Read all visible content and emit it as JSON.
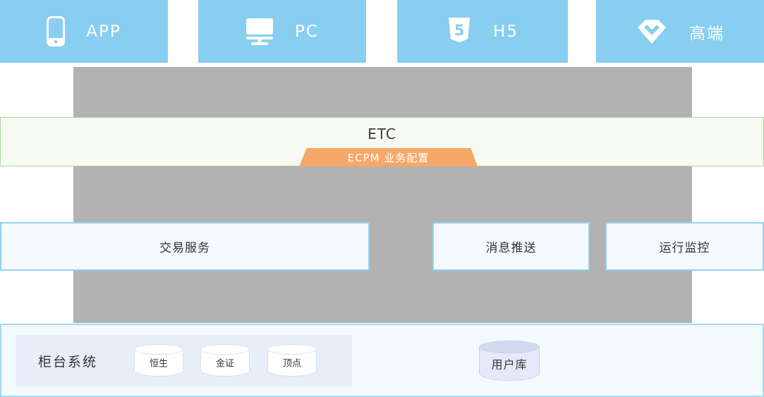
{
  "colors": {
    "channel_blue": "#87CEF1",
    "platform_gray": "#B2B2B2",
    "etc_background": "#F7FAF2",
    "etc_border_green": "#ADD79A",
    "ecpm_orange": "#F7A767",
    "service_background": "#F4FAFE",
    "service_border_blue": "#92D2F3",
    "bottom_background": "#F2FAFD",
    "bottom_border_blue": "#A7DAF3",
    "counter_panel_lavender": "#E9EDF8",
    "cylinder_border": "#D8DEF0",
    "user_db_fill": "#E4E9F8",
    "text_dark": "#333333"
  },
  "top_channels": [
    {
      "label": "APP",
      "icon": "smartphone-icon"
    },
    {
      "label": "PC",
      "icon": "monitor-icon"
    },
    {
      "label": "H5",
      "icon": "html5-icon"
    },
    {
      "label": "高端",
      "icon": "diamond-icon"
    }
  ],
  "etc": {
    "title": "ETC",
    "config_label": "ECPM 业务配置"
  },
  "services": [
    {
      "label": "交易服务"
    },
    {
      "label": "消息推送"
    },
    {
      "label": "运行监控"
    }
  ],
  "bottom": {
    "counter_system_label": "柜台系统",
    "counter_databases": [
      "恒生",
      "金证",
      "顶点"
    ],
    "user_database_label": "用户库"
  }
}
